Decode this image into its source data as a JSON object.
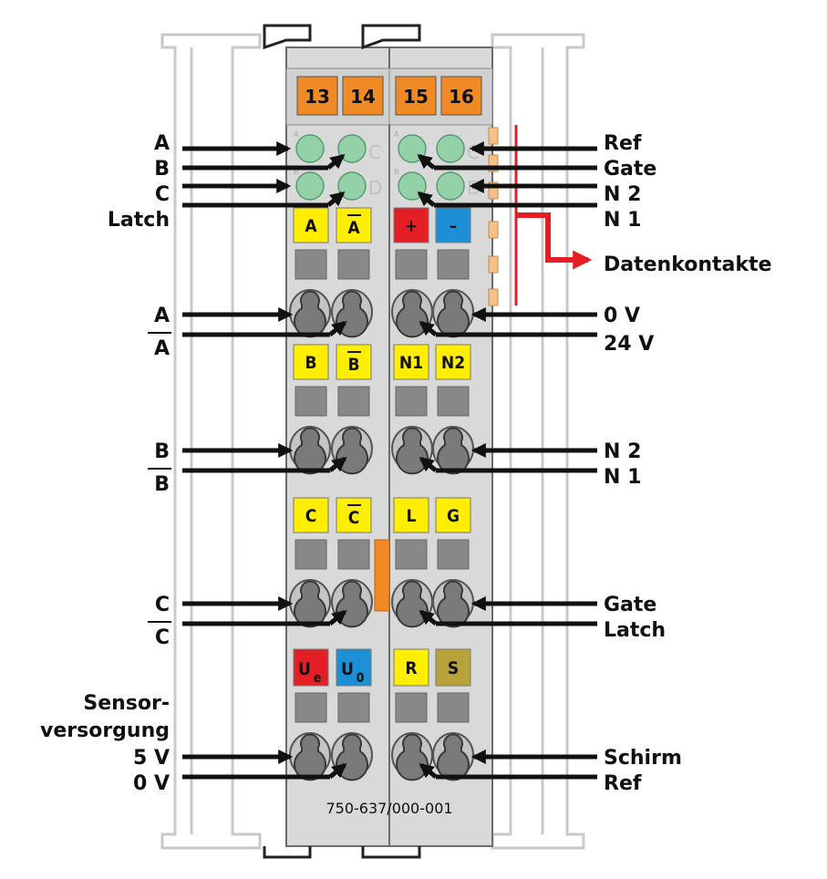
{
  "module": {
    "model_number": "750-637/000-001",
    "terminal_numbers": [
      "13",
      "14",
      "15",
      "16"
    ],
    "led_letters": {
      "left": [
        "A",
        "B",
        "C",
        "D"
      ],
      "right": [
        "A",
        "B",
        "C",
        "D"
      ]
    }
  },
  "terminal_tags": {
    "row1": [
      "A",
      "A",
      "+",
      "–"
    ],
    "row2": [
      "B",
      "B",
      "N1",
      "N2"
    ],
    "row3": [
      "C",
      "C",
      "L",
      "G"
    ],
    "row4": [
      "U",
      "U",
      "R",
      "S"
    ],
    "row4_subscripts": [
      "e",
      "0"
    ]
  },
  "left_labels": {
    "led_group": [
      "A",
      "B",
      "C",
      "Latch"
    ],
    "group1": [
      "A",
      "A"
    ],
    "group2": [
      "B",
      "B"
    ],
    "group3": [
      "C",
      "C"
    ],
    "group4_title": [
      "Sensor-",
      "versorgung"
    ],
    "group4": [
      "5 V",
      "0 V"
    ]
  },
  "right_labels": {
    "led_group": [
      "Ref",
      "Gate",
      "N 2",
      "N 1"
    ],
    "data_contacts": "Datenkontakte",
    "group1": [
      "0 V",
      "24 V"
    ],
    "group2": [
      "N 2",
      "N 1"
    ],
    "group3": [
      "Gate",
      "Latch"
    ],
    "group4": [
      "Schirm",
      "Ref"
    ]
  },
  "colors": {
    "terminal_orange": "#f08a24",
    "tag_yellow": "#ffee00",
    "tag_red": "#e31e24",
    "tag_blue": "#1c8fd6",
    "tag_olive": "#b8a23a",
    "led_green": "#93d1a8",
    "signal_red": "#e31e24",
    "housing_gray": "#d9d9d9"
  }
}
